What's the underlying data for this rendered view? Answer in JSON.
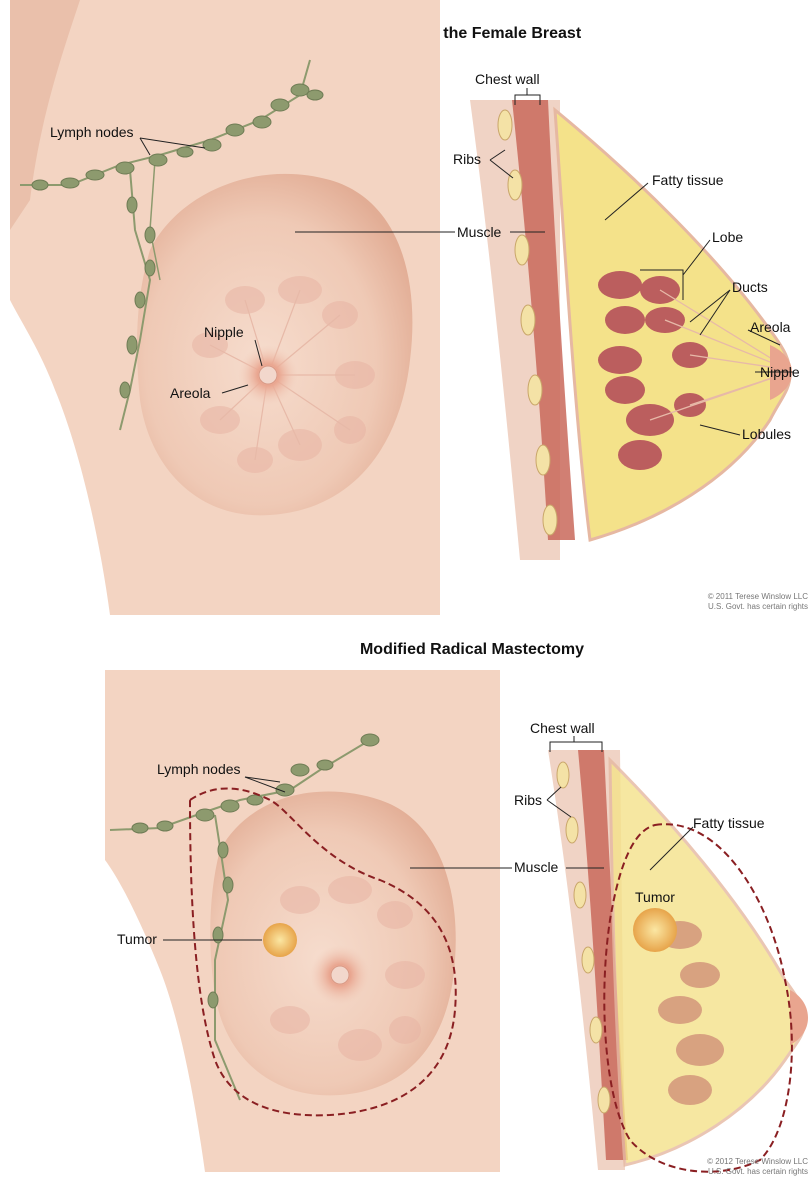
{
  "panel1": {
    "title": "Anatomy of the Female Breast",
    "labels": {
      "lymph_nodes": "Lymph nodes",
      "nipple": "Nipple",
      "areola": "Areola",
      "chest_wall": "Chest wall",
      "ribs": "Ribs",
      "muscle": "Muscle",
      "fatty_tissue": "Fatty tissue",
      "lobe": "Lobe",
      "ducts": "Ducts",
      "areola_side": "Areola",
      "nipple_side": "Nipple",
      "lobules": "Lobules"
    },
    "copyright_line1": "© 2011 Terese Winslow LLC",
    "copyright_line2": "U.S. Govt. has certain rights"
  },
  "panel2": {
    "title": "Modified Radical Mastectomy",
    "labels": {
      "lymph_nodes": "Lymph nodes",
      "tumor": "Tumor",
      "chest_wall": "Chest wall",
      "ribs": "Ribs",
      "muscle": "Muscle",
      "fatty_tissue": "Fatty tissue",
      "tumor_side": "Tumor"
    },
    "copyright_line1": "© 2012 Terese Winslow LLC",
    "copyright_line2": "U.S. Govt. has certain rights"
  },
  "colors": {
    "skin": "#f3d4c2",
    "skin_shadow": "#e6b8a2",
    "lymph": "#8d9a6e",
    "fat": "#f4e28a",
    "lobe": "#b5505a",
    "muscle": "#c9685a",
    "excision_outline": "#8a1f22"
  }
}
